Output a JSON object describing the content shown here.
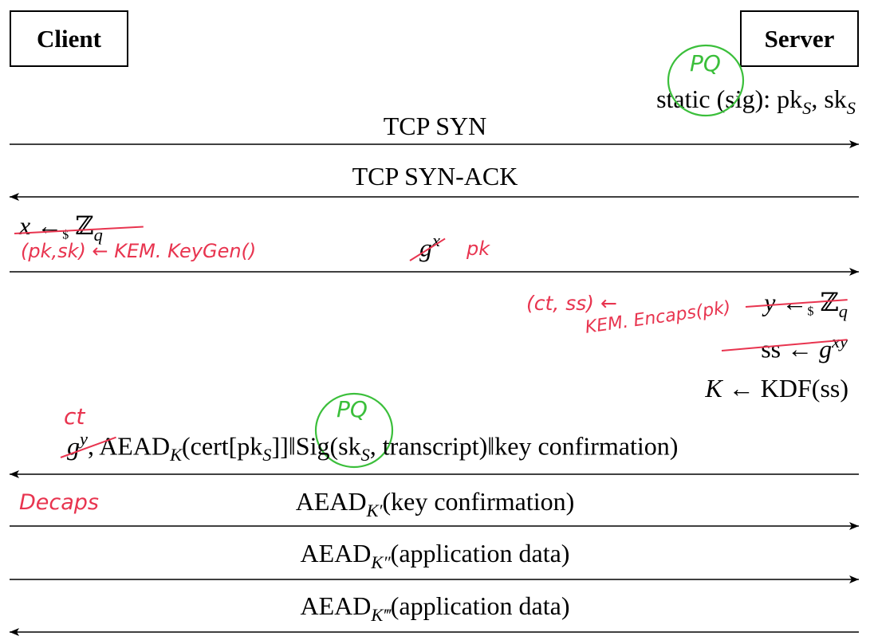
{
  "client_label": "Client",
  "server_label": "Server",
  "server_static": {
    "prefix": "static ",
    "sig": "(sig)",
    "colon": ": pk",
    "sub_s1": "S",
    "comma": ", sk",
    "sub_s2": "S"
  },
  "messages": {
    "tcp_syn": "TCP SYN",
    "tcp_syn_ack": "TCP SYN-ACK",
    "client_gx": {
      "g": "g",
      "x": "x"
    },
    "server_flight": {
      "g": "g",
      "y": "y",
      "comma": ",",
      "aead": " AEAD",
      "k": "K",
      "body1": "(cert[pk",
      "s1": "S",
      "body2": "]]‖Sig(sk",
      "s2": "S",
      "body3": ", transcript)‖key confirmation)"
    },
    "client_finished": {
      "aead": "AEAD",
      "k": "K′",
      "body": "(key confirmation)"
    },
    "app_data_1": {
      "aead": "AEAD",
      "k": "K″",
      "body": "(application data)"
    },
    "app_data_2": {
      "aead": "AEAD",
      "k": "K‴",
      "body": "(application data)"
    }
  },
  "client_compute": {
    "x": "x",
    "arrow": " ←",
    "dollar": "$",
    "zq": " ℤ",
    "q": "q"
  },
  "server_compute": {
    "y_line": {
      "y": "y",
      "arrow": " ←",
      "dollar": "$",
      "zq": " ℤ",
      "q": "q"
    },
    "ss_line": {
      "ss": "ss ← ",
      "g": "g",
      "xy": "xy"
    },
    "kdf_line": {
      "k": "K",
      "rest": " ← KDF(ss)"
    }
  },
  "annotations": {
    "pq_top": "PQ",
    "pq_mid": "PQ",
    "keygen": "(pk,sk) ← KEM. KeyGen()",
    "pk": "pk",
    "encaps_1": "(ct, ss) ←",
    "encaps_2": "KEM. Encaps(pk)",
    "ct": "ct",
    "decaps": "Decaps"
  },
  "colors": {
    "ink": "#000000",
    "red_pen": "#e8344f",
    "green_pen": "#3bbf3b"
  },
  "arrows": [
    {
      "name": "tcp-syn-arrow",
      "direction": "right"
    },
    {
      "name": "tcp-syn-ack-arrow",
      "direction": "left"
    },
    {
      "name": "client-keyshare-arrow",
      "direction": "right"
    },
    {
      "name": "server-flight-arrow",
      "direction": "left"
    },
    {
      "name": "client-finished-arrow",
      "direction": "right"
    },
    {
      "name": "app-data-arrow-1",
      "direction": "right"
    },
    {
      "name": "app-data-arrow-2",
      "direction": "left"
    }
  ]
}
